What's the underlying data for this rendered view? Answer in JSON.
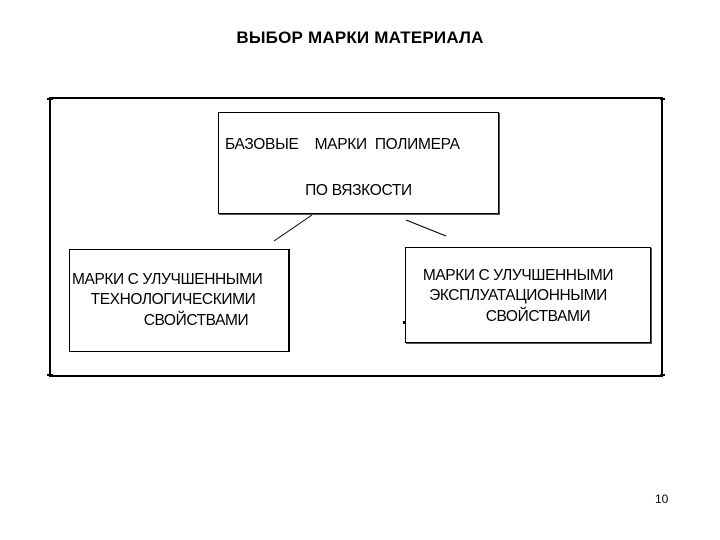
{
  "slide": {
    "title": "ВЫБОР  МАРКИ МАТЕРИАЛА",
    "page_number": "10"
  },
  "diagram": {
    "top_box": {
      "line1": "БАЗОВЫЕ    МАРКИ  ПОЛИМЕРА",
      "line2": "ПО ВЯЗКОСТИ"
    },
    "left_box": {
      "line1": "МАРКИ  С  УЛУЧШЕННЫМИ",
      "line2": "ТЕХНОЛОГИЧЕСКИМИ",
      "line3": "СВОЙСТВАМИ"
    },
    "right_box": {
      "line1": "МАРКИ С УЛУЧШЕННЫМИ",
      "line2": "ЭКСПЛУАТАЦИОННЫМИ",
      "line3": "СВОЙСТВАМИ"
    }
  },
  "colors": {
    "background": "#ffffff",
    "ink": "#000000"
  }
}
